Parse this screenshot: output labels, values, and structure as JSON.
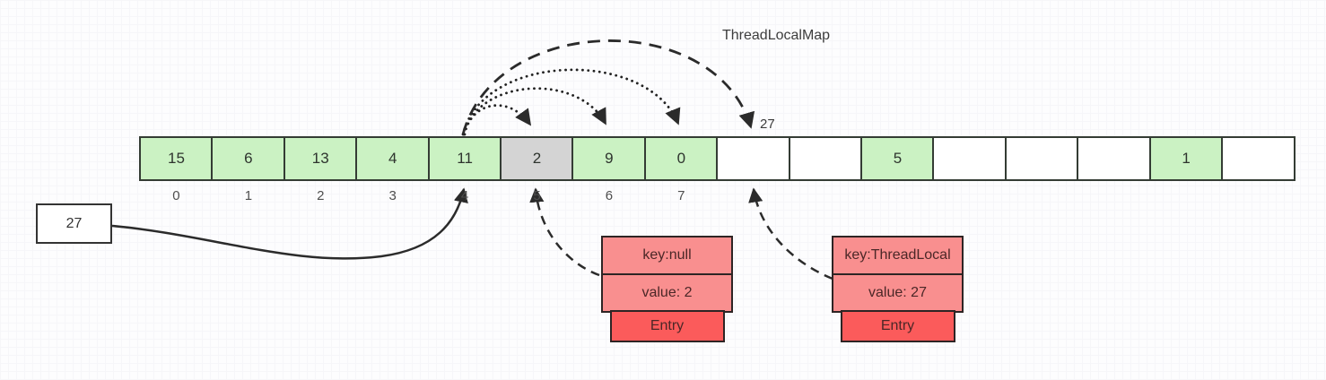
{
  "title": "ThreadLocalMap",
  "probe_annotation": "27",
  "source_box": {
    "value": "27"
  },
  "array": {
    "cells": [
      {
        "value": "15",
        "state": "green",
        "index": "0"
      },
      {
        "value": "6",
        "state": "green",
        "index": "1"
      },
      {
        "value": "13",
        "state": "green",
        "index": "2"
      },
      {
        "value": "4",
        "state": "green",
        "index": "3"
      },
      {
        "value": "11",
        "state": "green",
        "index": "4"
      },
      {
        "value": "2",
        "state": "gray",
        "index": "5"
      },
      {
        "value": "9",
        "state": "green",
        "index": "6"
      },
      {
        "value": "0",
        "state": "green",
        "index": "7"
      },
      {
        "value": "",
        "state": "empty",
        "index": ""
      },
      {
        "value": "",
        "state": "empty",
        "index": ""
      },
      {
        "value": "5",
        "state": "green",
        "index": ""
      },
      {
        "value": "",
        "state": "empty",
        "index": ""
      },
      {
        "value": "",
        "state": "empty",
        "index": ""
      },
      {
        "value": "",
        "state": "empty",
        "index": ""
      },
      {
        "value": "1",
        "state": "green",
        "index": ""
      },
      {
        "value": "",
        "state": "empty",
        "index": ""
      }
    ]
  },
  "entries": [
    {
      "key": "key:null",
      "value": "value: 2",
      "label": "Entry"
    },
    {
      "key": "key:ThreadLocal",
      "value": "value: 27",
      "label": "Entry"
    }
  ],
  "colors": {
    "green_cell": "#cbf2c3",
    "gray_cell": "#d4d4d4",
    "empty_cell": "#ffffff",
    "entry_light": "#f98f8f",
    "entry_dark": "#fb5b5b",
    "stroke": "#2b2b2b"
  }
}
